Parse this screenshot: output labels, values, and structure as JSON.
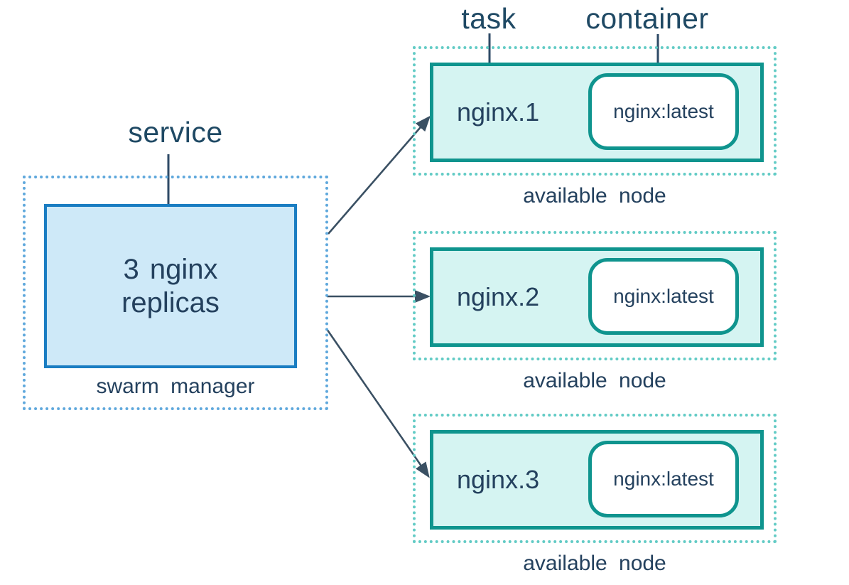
{
  "title_labels": {
    "service": "service",
    "task": "task",
    "container": "container"
  },
  "swarm_manager": {
    "service_box": "3 nginx replicas",
    "caption": "swarm manager"
  },
  "nodes": [
    {
      "task_name": "nginx.1",
      "container_image": "nginx:latest",
      "caption": "available node"
    },
    {
      "task_name": "nginx.2",
      "container_image": "nginx:latest",
      "caption": "available node"
    },
    {
      "task_name": "nginx.3",
      "container_image": "nginx:latest",
      "caption": "available node"
    }
  ],
  "colors": {
    "label_text": "#1F4964",
    "box_text": "#24415E",
    "service_fill": "#CEE9F8",
    "service_border": "#1A7DC2",
    "manager_dashed": "#5FA8DC",
    "node_dashed": "#62CBC5",
    "task_border": "#0F948E",
    "task_fill": "#D5F4F2",
    "container_fill": "#FFFFFF",
    "arrow": "#3A5063",
    "pointer_line": "#2E4A66"
  }
}
